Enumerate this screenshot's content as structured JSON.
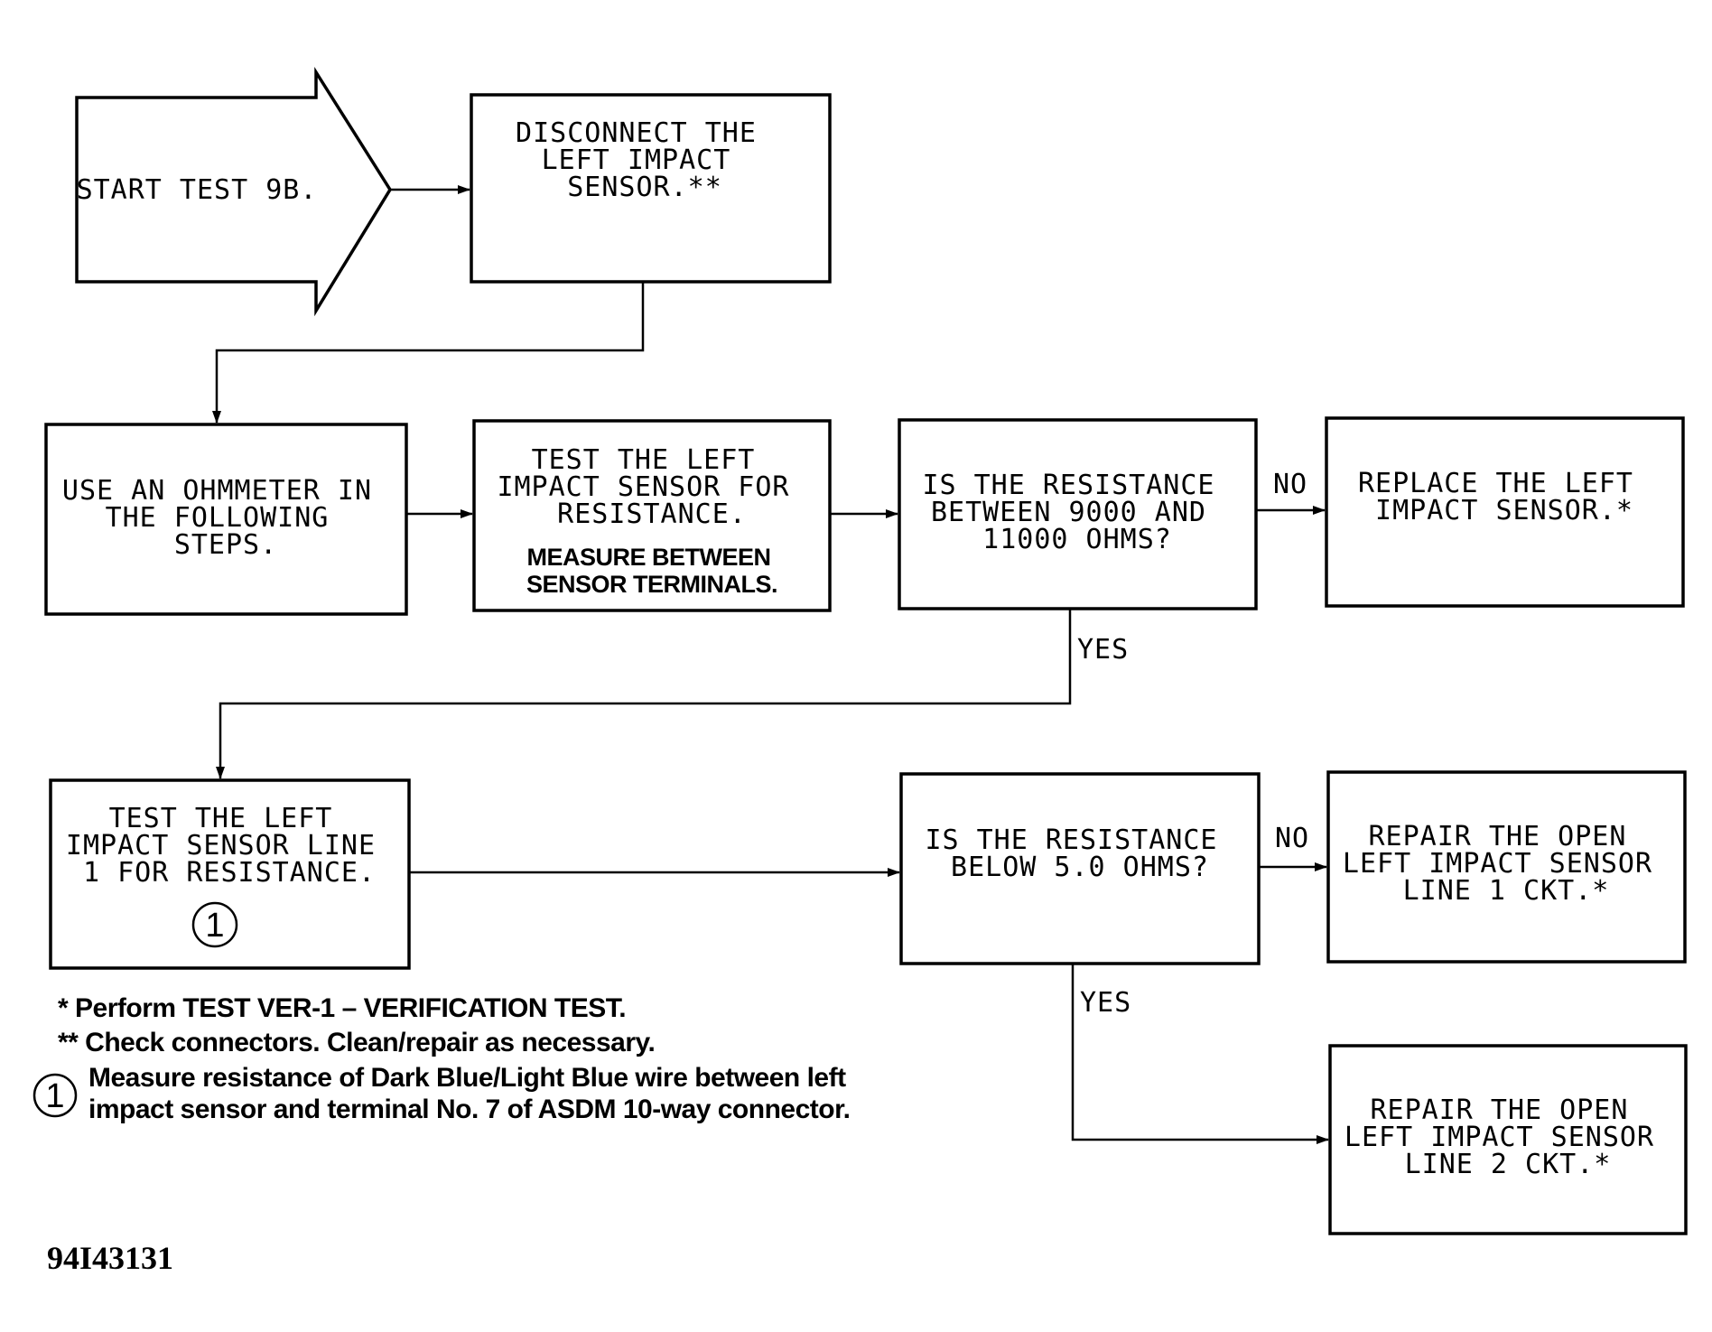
{
  "nodes": {
    "start": "START TEST 9B.",
    "disconnect": [
      "DISCONNECT THE",
      "LEFT IMPACT",
      "SENSOR.**"
    ],
    "ohmmeter": [
      "USE AN OHMMETER IN",
      "THE FOLLOWING",
      "STEPS."
    ],
    "test_sensor": [
      "TEST THE LEFT",
      "IMPACT SENSOR FOR",
      "RESISTANCE."
    ],
    "test_sensor_note": [
      "MEASURE BETWEEN",
      "SENSOR TERMINALS."
    ],
    "q_resistance_range": [
      "IS THE RESISTANCE",
      "BETWEEN 9000 AND",
      "11000 OHMS?"
    ],
    "replace_sensor": [
      "REPLACE THE LEFT",
      "IMPACT SENSOR.*"
    ],
    "test_line1": [
      "TEST THE LEFT",
      "IMPACT SENSOR LINE",
      "1 FOR RESISTANCE."
    ],
    "test_line1_marker": "1",
    "q_resistance_below": [
      "IS THE RESISTANCE",
      "BELOW 5.0 OHMS?"
    ],
    "repair_line1": [
      "REPAIR THE OPEN",
      "LEFT IMPACT SENSOR",
      "LINE 1 CKT.*"
    ],
    "repair_line2": [
      "REPAIR THE OPEN",
      "LEFT IMPACT SENSOR",
      "LINE 2 CKT.*"
    ]
  },
  "edge_labels": {
    "no_1": "NO",
    "yes_1": "YES",
    "no_2": "NO",
    "yes_2": "YES"
  },
  "notes": {
    "single_star": "* Perform TEST VER-1 – VERIFICATION TEST.",
    "double_star": "** Check connectors. Clean/repair as necessary.",
    "circle_marker": "1",
    "circle_note": [
      "Measure resistance of Dark Blue/Light Blue wire between left",
      "impact sensor and terminal No. 7 of ASDM 10-way connector."
    ]
  },
  "figure_code": "94I43131"
}
